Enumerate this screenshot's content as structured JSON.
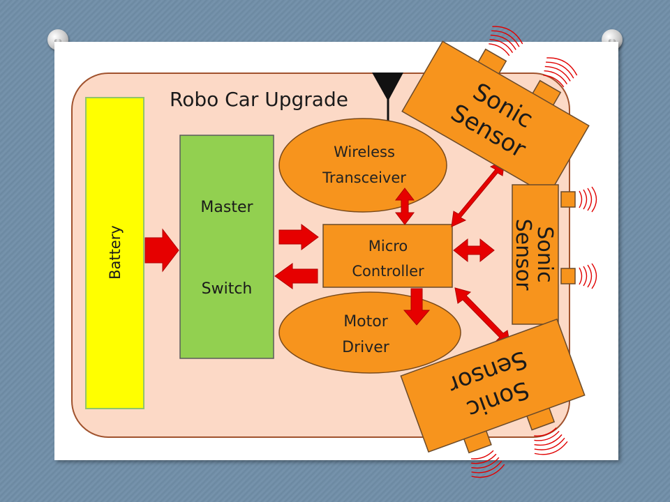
{
  "title": "Robo Car Upgrade",
  "blocks": {
    "battery": "Battery",
    "master_switch": [
      "Master",
      "Switch"
    ],
    "wireless": [
      "Wireless",
      "Transceiver"
    ],
    "micro": [
      "Micro",
      "Controller"
    ],
    "motor": [
      "Motor",
      "Driver"
    ],
    "sonic_top": [
      "Sonic",
      "Sensor"
    ],
    "sonic_right": [
      "Sonic",
      "Sensor"
    ],
    "sonic_bottom": [
      "Sonic",
      "Sensor"
    ]
  },
  "colors": {
    "body_fill": "#fcd9c6",
    "body_stroke": "#a0522d",
    "battery": "#ffff00",
    "switch": "#92d050",
    "component": "#f7941d",
    "arrow": "#e60000",
    "wave": "#e00000"
  }
}
